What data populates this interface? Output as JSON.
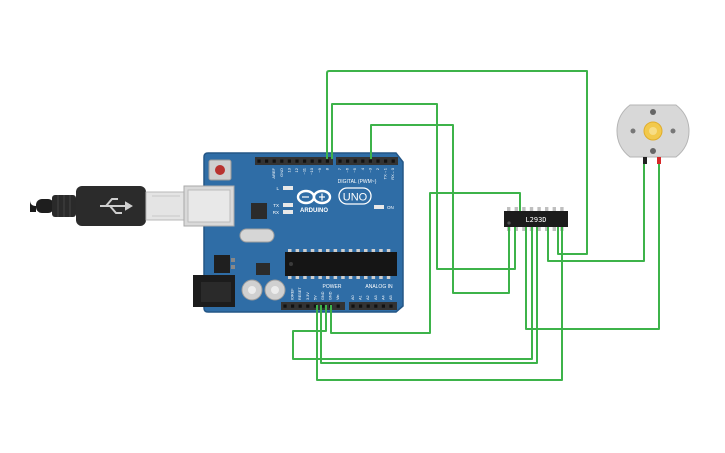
{
  "arduino": {
    "model": "UNO",
    "brand": "ARDUINO",
    "digital_header": "DIGITAL (PWM~)",
    "analog_header": "ANALOG IN",
    "power_header": "POWER",
    "led_l": "L",
    "led_tx": "TX",
    "led_rx": "RX",
    "on_label": "ON",
    "digital_pins": [
      "AREF",
      "GND",
      "13",
      "12",
      "~11",
      "~10",
      "~9",
      "8",
      "7",
      "~6",
      "~5",
      "4",
      "~3",
      "2",
      "TX→1",
      "RX←0"
    ],
    "power_pins": [
      "IOREF",
      "RESET",
      "3.3V",
      "5V",
      "GND",
      "GND",
      "Vin"
    ],
    "analog_pins": [
      "A0",
      "A1",
      "A2",
      "A3",
      "A4",
      "A5"
    ]
  },
  "driver_chip": {
    "label": "L293D"
  },
  "colors": {
    "board": "#2f6da6",
    "board_dark": "#245686",
    "wire": "#3db34a",
    "header": "#333333",
    "motor_body": "#d8d8d8",
    "motor_gear": "#f2c94c",
    "lead_red": "#d62828"
  }
}
